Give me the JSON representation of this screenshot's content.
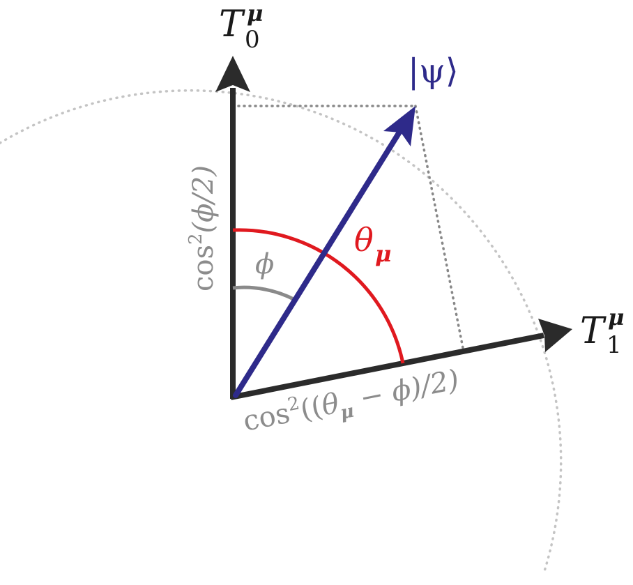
{
  "labels": {
    "t0": {
      "base": "T",
      "sub": "0",
      "sup": "μ"
    },
    "t1": {
      "base": "T",
      "sub": "1",
      "sup": "μ"
    },
    "psi": "|ψ⟩",
    "theta": {
      "base": "θ",
      "sub": "μ"
    },
    "phi": "ϕ",
    "cos_phi": {
      "fn": "cos",
      "exp": "2",
      "arg": "(ϕ/2)"
    },
    "cos_theta": {
      "fn": "cos",
      "exp": "2",
      "arg_open": "((",
      "theta": "θ",
      "sub": "μ",
      "arg_close": " − ϕ)/2)"
    }
  },
  "colors": {
    "axis": "#2b2b2b",
    "state": "#2e2a8a",
    "theta_arc": "#e0191f",
    "phi_arc": "#8a8a8a",
    "projection": "#888888",
    "circle": "#bdbdbd",
    "gray_text": "#8c8c8c"
  }
}
